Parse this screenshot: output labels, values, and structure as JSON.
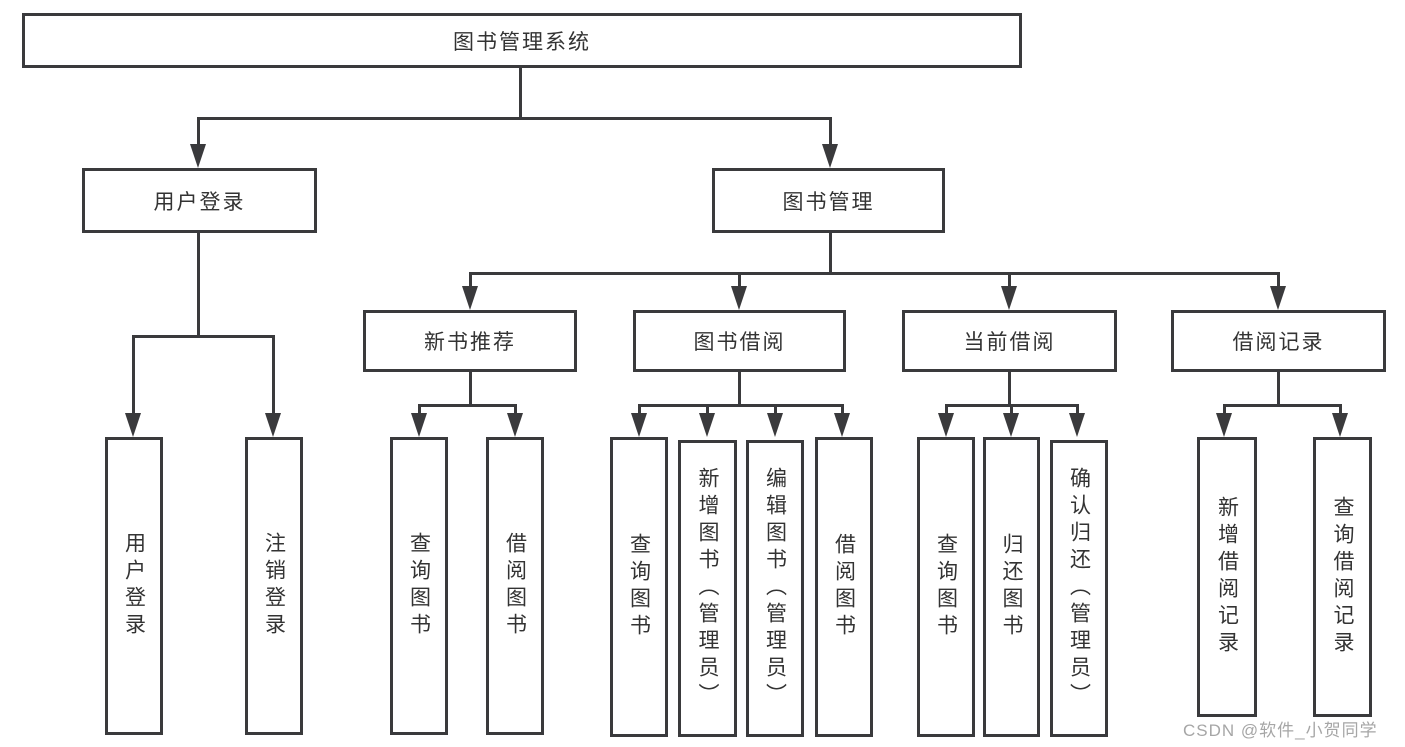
{
  "diagram_type": "hierarchy-tree",
  "tree": {
    "root": {
      "label": "图书管理系统",
      "children": [
        {
          "label": "用户登录",
          "children": [
            {
              "label": "用户登录"
            },
            {
              "label": "注销登录"
            }
          ]
        },
        {
          "label": "图书管理",
          "children": [
            {
              "label": "新书推荐",
              "children": [
                {
                  "label": "查询图书"
                },
                {
                  "label": "借阅图书"
                }
              ]
            },
            {
              "label": "图书借阅",
              "children": [
                {
                  "label": "查询图书"
                },
                {
                  "label": "新增图书（管理员）"
                },
                {
                  "label": "编辑图书（管理员）"
                },
                {
                  "label": "借阅图书"
                }
              ]
            },
            {
              "label": "当前借阅",
              "children": [
                {
                  "label": "查询图书"
                },
                {
                  "label": "归还图书"
                },
                {
                  "label": "确认归还（管理员）"
                }
              ]
            },
            {
              "label": "借阅记录",
              "children": [
                {
                  "label": "新增借阅记录"
                },
                {
                  "label": "查询借阅记录"
                }
              ]
            }
          ]
        }
      ]
    }
  },
  "watermark": {
    "text": "CSDN @软件_小贺同学"
  },
  "colors": {
    "line": "#3a3a3c",
    "text": "#333333",
    "watermark": "#a6a6a6",
    "background": "#ffffff"
  }
}
